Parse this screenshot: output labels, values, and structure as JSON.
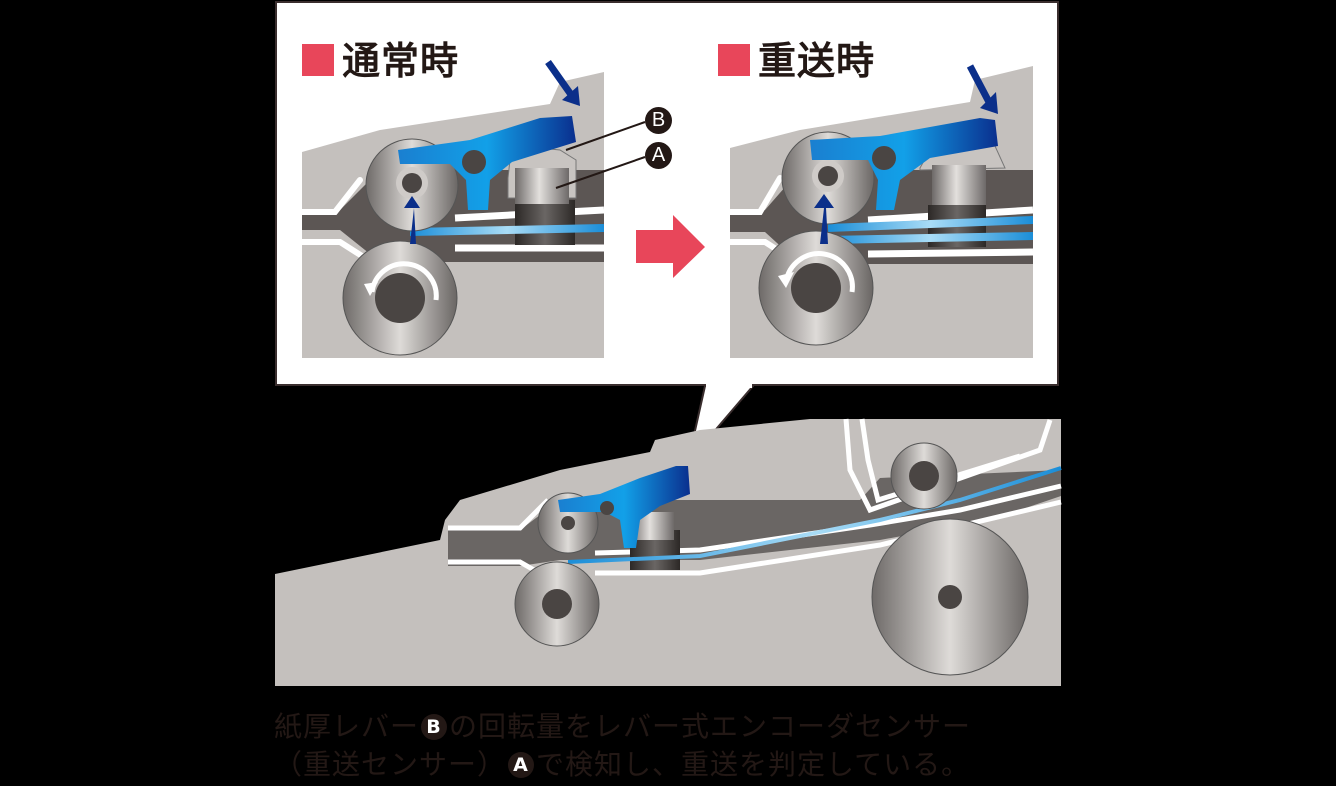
{
  "panels": [
    {
      "title": "通常時",
      "state": "normal"
    },
    {
      "title": "重送時",
      "state": "double-feed"
    }
  ],
  "labels": {
    "b": "B",
    "a": "A"
  },
  "caption": {
    "line1_pre": "紙厚レバー",
    "line1_badge": "B",
    "line1_post": "の回転量をレバー式エンコーダセンサー",
    "line2_pre": "（重送センサー）",
    "line2_badge": "A",
    "line2_post": "で検知し、重送を判定している。"
  },
  "colors": {
    "background": "#000000",
    "accent_red": "#e8465a",
    "frame_gray": "#c4c0bd",
    "lever_blue": "#0e8ad8",
    "paper_blue": "#3aa8e6",
    "arrow_navy": "#0b2f8a",
    "text": "#231815"
  }
}
